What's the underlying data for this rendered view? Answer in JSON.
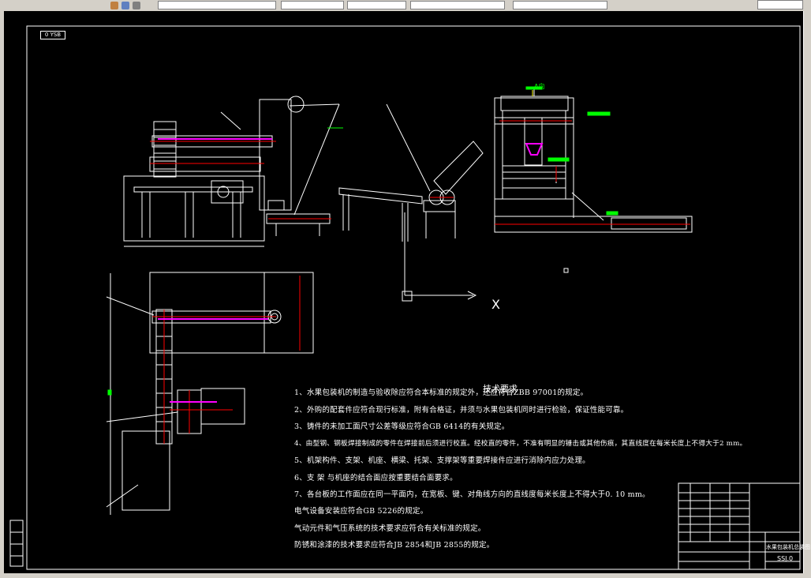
{
  "toolbar": {
    "items": [
      "",
      "",
      "",
      "",
      ""
    ],
    "accent": "#d4d0c8"
  },
  "layer": {
    "name": "0 YSB"
  },
  "views": {
    "view_a_label": "A向",
    "ucs_axis": "X"
  },
  "tech": {
    "title": "技术要求",
    "notes": [
      "1、水果包装机的制造与验收除应符合本标准的规定外，还应符合ZBB 97001的规定。",
      "2、外购的配套件应符合现行标准，附有合格证，并须与水果包装机同时进行检验，保证性能可靠。",
      "3、铸件的未加工面尺寸公差等级应符合GB 6414的有关规定。",
      "4、由型钢、钢板焊接制成的零件在焊接前后须进行校直。经校直的零件，不准有明显的锤击或其他伤痕，其直线度在每米长度上不得大于2 mm。",
      "5、机架构件、支架、机座、横梁、托架、支撑架等重要焊接件应进行消除内应力处理。",
      "6、支 架 与机座的结合面应按重要结合面要求。",
      "7、各台板的工作面应在同一平面内，在宽板、键、对角线方向的直线度每米长度上不得大于0. 10 mm。",
      "电气设备安装应符合GB 5226的规定。",
      "气动元件和气压系统的技术要求应符合有关标准的规定。",
      "防锈和涂漆的技术要求应符合JB 2854和JB 2855的规定。"
    ]
  },
  "title_block": {
    "product_name": "水果包装机总装图",
    "drawing_no": "SSJ.0"
  },
  "colors": {
    "line": "#ffffff",
    "accent_red": "#ff0000",
    "accent_magenta": "#ff00ff",
    "accent_green": "#00ff00"
  }
}
